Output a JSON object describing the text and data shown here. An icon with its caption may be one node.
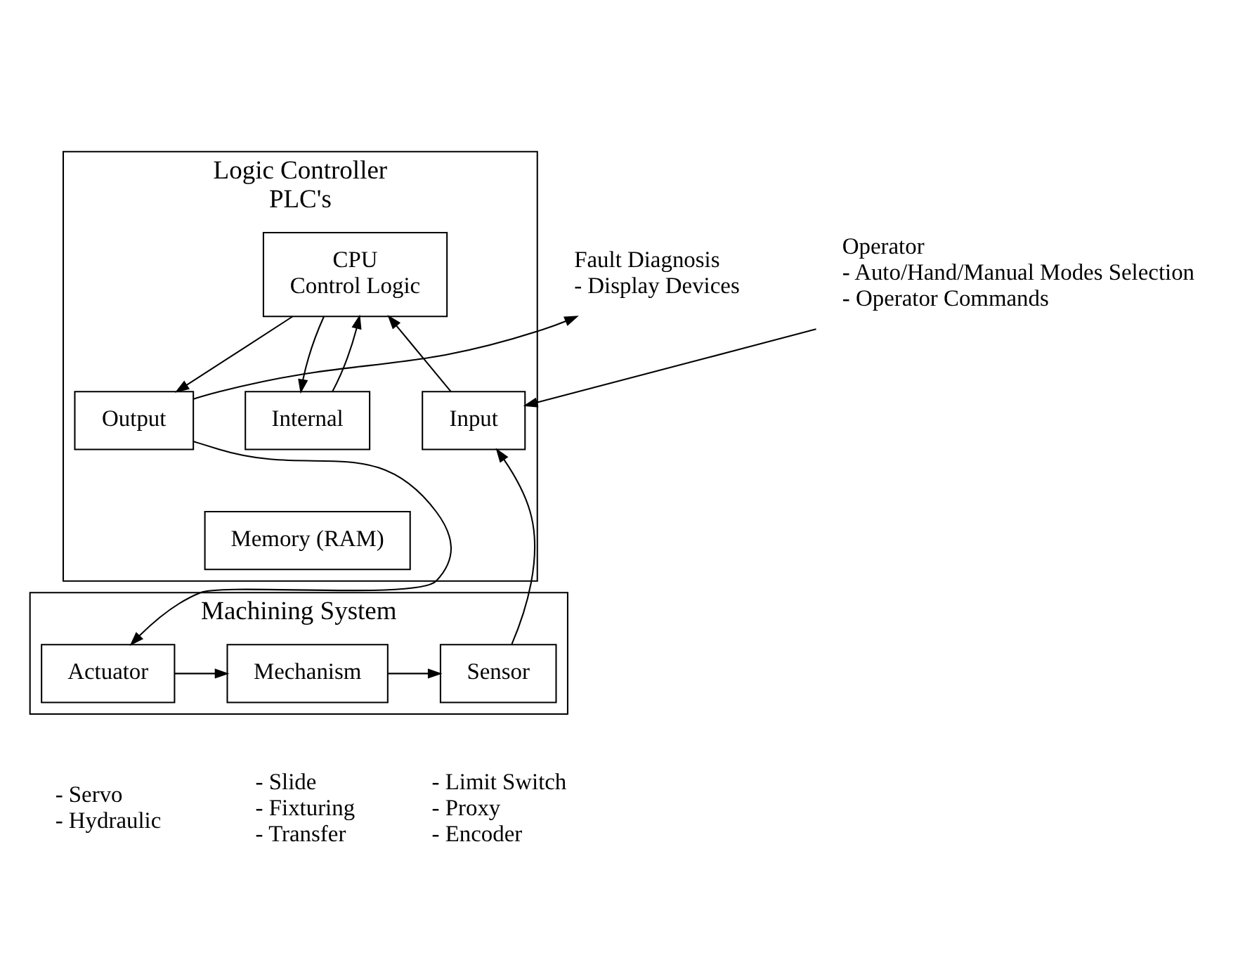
{
  "diagram": {
    "nodes": [
      {
        "text": [
          "Logic Controller",
          "PLC's"
        ]
      },
      {
        "text": [
          "CPU",
          "Control Logic"
        ],
        "in": 0
      },
      {
        "text": [
          "Output"
        ],
        "in": 0
      },
      {
        "text": [
          "Internal"
        ],
        "in": 0
      },
      {
        "text": [
          "Input"
        ],
        "in": 0
      },
      {
        "text": [
          "Memory (RAM)"
        ],
        "in": 0
      },
      {
        "text": [
          "Fault Diagnosis",
          "- Display Devices"
        ]
      },
      {
        "text": [
          "Operator",
          "- Auto/Hand/Manual Modes Selection",
          "- Operator Commands"
        ]
      },
      {
        "text": [
          "Machining System"
        ]
      },
      {
        "text": [
          "Actuator"
        ],
        "in": 8,
        "beside": [
          "- Servo",
          "- Hydraulic"
        ]
      },
      {
        "text": [
          "Mechanism"
        ],
        "in": 8,
        "beside": [
          "- Slide",
          "- Fixturing",
          "- Transfer"
        ]
      },
      {
        "text": [
          "Sensor"
        ],
        "in": 8,
        "beside": [
          "- Limit Switch",
          "- Proxy",
          "- Encoder"
        ]
      }
    ],
    "edges": [
      {
        "from": 1,
        "to": 2,
        "arrow": "to"
      },
      {
        "from": 1,
        "to": 3,
        "arrow": "to"
      },
      {
        "from": 3,
        "to": 1,
        "arrow": "to"
      },
      {
        "from": 4,
        "to": 1,
        "arrow": "to"
      },
      {
        "from": 2,
        "to": 6,
        "arrow": "to"
      },
      {
        "from": 7,
        "to": 4,
        "arrow": "to"
      },
      {
        "from": 2,
        "to": 9,
        "arrow": "to"
      },
      {
        "from": 11,
        "to": 4,
        "arrow": "to"
      },
      {
        "from": 9,
        "to": 10,
        "arrow": "to"
      },
      {
        "from": 10,
        "to": 11,
        "arrow": "to"
      }
    ]
  }
}
